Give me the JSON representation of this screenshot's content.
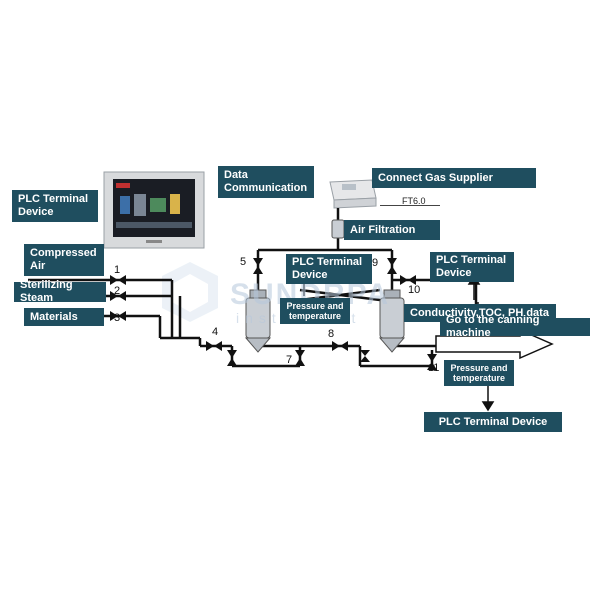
{
  "labels": {
    "plc_top_left": "PLC Terminal Device",
    "data_comm": "Data Communication",
    "connect_gas": "Connect Gas Supplier",
    "air_filtration": "Air Filtration",
    "compressed_air": "Compressed Air",
    "sterilizing_steam": "Sterilizing Steam",
    "materials": "Materials",
    "plc_middle": "PLC Terminal Device",
    "plc_right": "PLC Terminal Device",
    "pressure_temp_1": "Pressure and temperature",
    "conductivity": "Conductivity,TOC, PH data",
    "canning": "Go to the canning machine",
    "pressure_temp_2": "Pressure and temperature",
    "plc_bottom": "PLC Terminal Device"
  },
  "device_code": "FT6.0",
  "valve_numbers": [
    "1",
    "2",
    "3",
    "4",
    "5",
    "7",
    "8",
    "9",
    "10",
    "11"
  ],
  "watermark": {
    "line1": "SUNDRPA",
    "line2": "instrument"
  },
  "colors": {
    "label_bg": "#1f4e5f",
    "label_text": "#ffffff",
    "pipe": "#111111"
  }
}
